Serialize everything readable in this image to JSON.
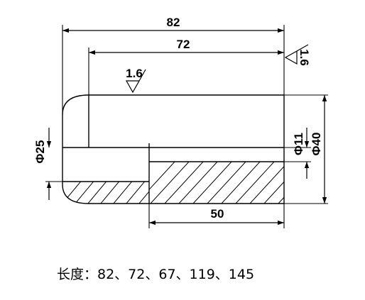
{
  "dimensions": {
    "overall_length": "82",
    "bore_length": "72",
    "step_length": "50",
    "dia_large": "Φ40",
    "dia_bore": "Φ11",
    "dia_small": "Φ25",
    "roughness_top": "1.6",
    "roughness_right": "1.6"
  },
  "caption": "长度：82、72、67、119、145"
}
